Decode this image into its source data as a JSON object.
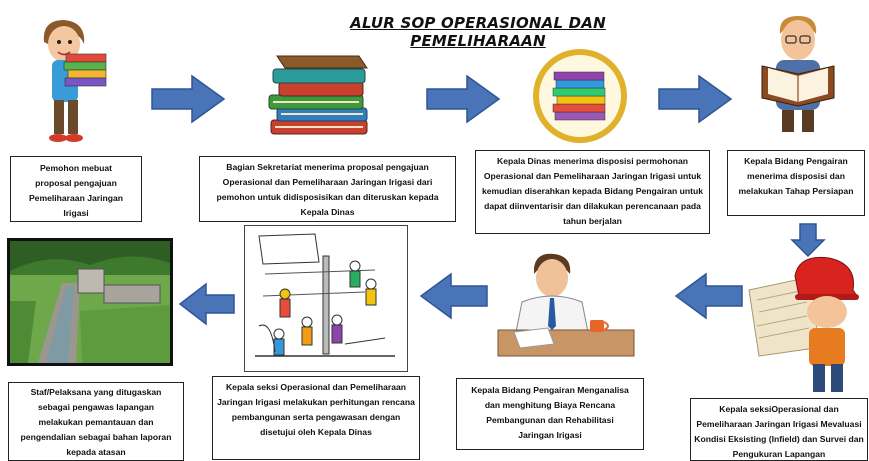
{
  "title": "ALUR SOP OPERASIONAL DAN PEMELIHARAAN",
  "colors": {
    "arrow": "#4a74b8",
    "arrow_stroke": "#2f5597",
    "box_border": "#222222"
  },
  "steps": [
    {
      "text": "Pemohon mebuat proposal pengajuan Pemeliharaan Jaringan Irigasi",
      "icon": "person-carrying-books-icon"
    },
    {
      "text": "Bagian Sekretariat menerima proposal pengajuan Operasional dan Pemeliharaan  Jaringan Irigasi dari pemohon untuk didisposisikan dan diteruskan kepada Kepala Dinas",
      "icon": "stack-of-books-icon"
    },
    {
      "text": "Kepala Dinas menerima disposisi permohonan Operasional dan Pemeliharaan Jaringan Irigasi untuk kemudian diserahkan kepada Bidang Pengairan untuk dapat diinventarisir dan dilakukan perencanaan pada tahun berjalan",
      "icon": "books-in-circle-icon"
    },
    {
      "text": "Kepala Bidang Pengairan menerima disposisi dan melakukan Tahap Persiapan",
      "icon": "man-reading-book-icon"
    },
    {
      "text": "Kepala seksiOperasional dan Pemeliharaan Jaringan Irigasi Mevaluasi Kondisi Eksisting (Infield) dan Survei dan Pengukuran Lapangan",
      "icon": "worker-with-hardhat-and-map-icon"
    },
    {
      "text": "Kepala Bidang Pengairan Menganalisa dan menghitung Biaya Rencana Pembangunan dan Rehabilitasi Jaringan Irigasi",
      "icon": "man-at-desk-icon"
    },
    {
      "text": "Kepala seksi Operasional  dan Pemeliharaan Jaringan Irigasi melakukan perhitungan rencana pembangunan serta pengawasan dengan disetujui oleh Kepala Dinas",
      "icon": "construction-site-sketch-icon"
    },
    {
      "text": "Staf/Pelaksana yang ditugaskan sebagai pengawas lapangan melakukan pemantauan dan pengendalian sebagai bahan laporan kepada atasan",
      "icon": "irrigation-channel-photo-icon"
    }
  ]
}
